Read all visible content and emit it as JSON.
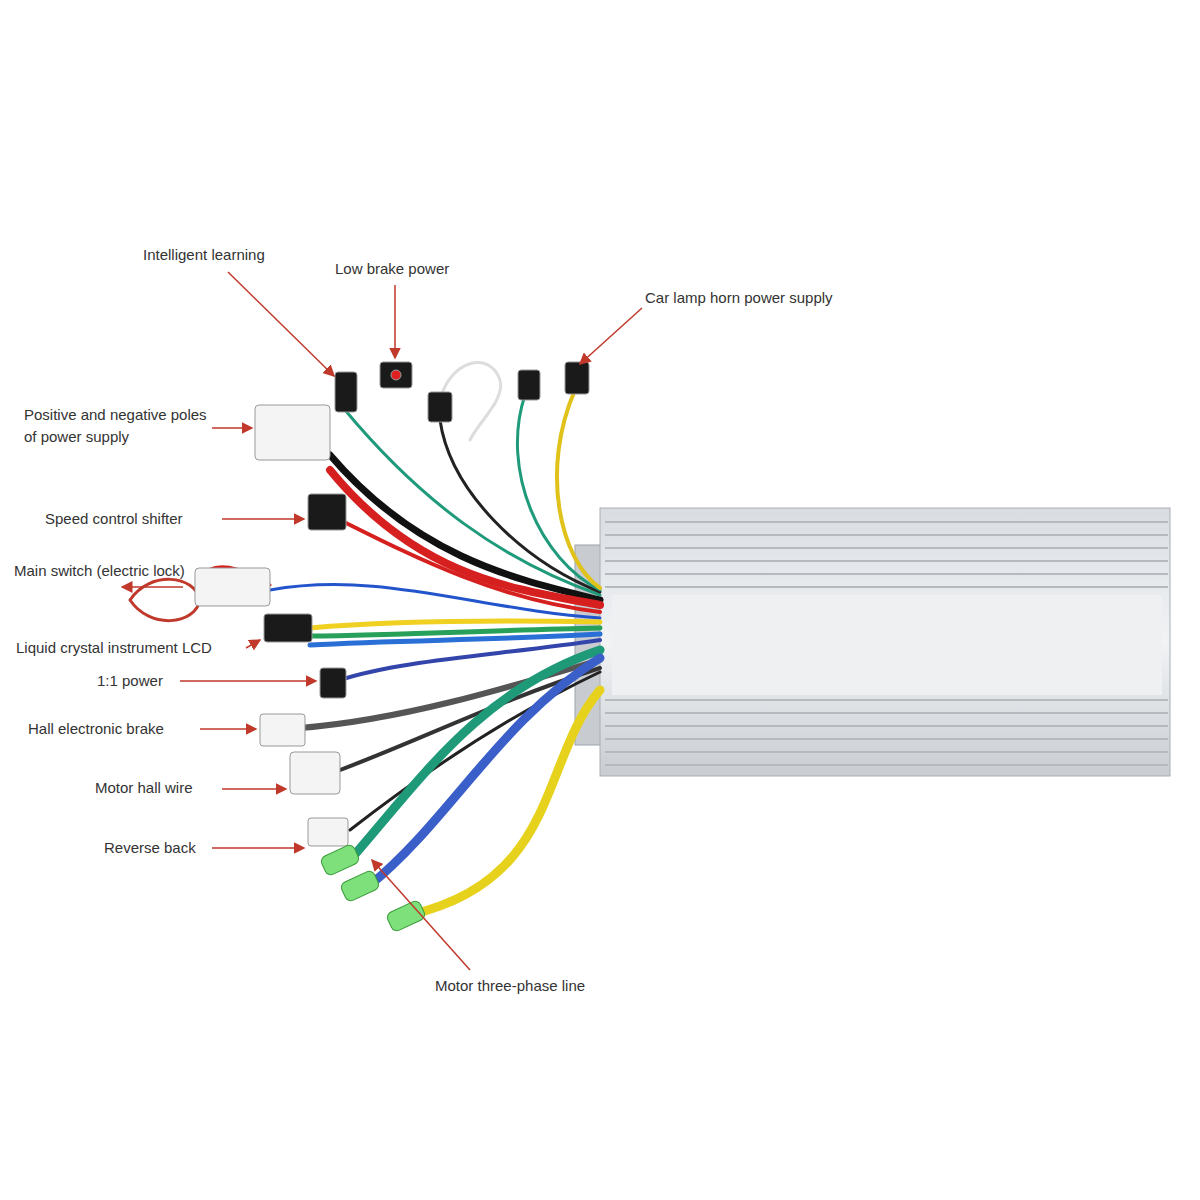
{
  "diagram": {
    "labels": [
      "Intelligent learning",
      "Low brake power",
      "Car lamp horn power supply",
      "Positive and negative poles of power supply",
      "Speed control shifter",
      "Main switch (electric lock)",
      "Liquid crystal instrument LCD",
      "1:1 power",
      "Hall electronic brake",
      "Motor hall wire",
      "Reverse back",
      "Motor three-phase line"
    ]
  }
}
